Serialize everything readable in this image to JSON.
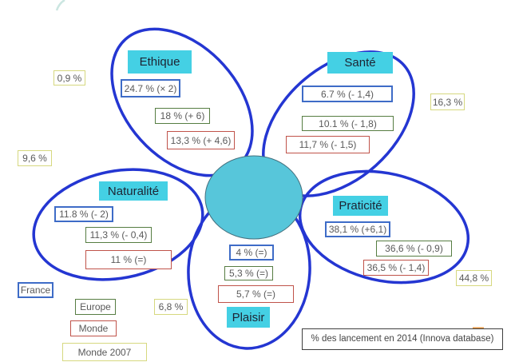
{
  "diagram": {
    "type": "flower-petal-diagram",
    "footer_note": "% des lancement en 2014 (Innova database)"
  },
  "petals": [
    {
      "name": "Ethique",
      "monde2007_value": "0,9 %",
      "values": [
        {
          "series": "France",
          "text": "24.7 % (× 2)"
        },
        {
          "series": "Europe",
          "text": "18 % (+ 6)"
        },
        {
          "series": "Monde",
          "text": "13,3 % (+ 4,6)"
        }
      ]
    },
    {
      "name": "Santé",
      "monde2007_value": "16,3 %",
      "values": [
        {
          "series": "France",
          "text": "6.7 % (- 1,4)"
        },
        {
          "series": "Europe",
          "text": "10.1 % (- 1,8)"
        },
        {
          "series": "Monde",
          "text": "11,7 % (- 1,5)"
        }
      ]
    },
    {
      "name": "Naturalité",
      "monde2007_value": "9,6 %",
      "values": [
        {
          "series": "France",
          "text": "11.8 % (- 2)"
        },
        {
          "series": "Europe",
          "text": "11,3 % (- 0,4)"
        },
        {
          "series": "Monde",
          "text": "11 % (=)"
        }
      ]
    },
    {
      "name": "Praticité",
      "monde2007_value": "44,8 %",
      "values": [
        {
          "series": "France",
          "text": "38,1 % (+6,1)"
        },
        {
          "series": "Europe",
          "text": "36,6 % (- 0,9)"
        },
        {
          "series": "Monde",
          "text": "36,5 % (- 1,4)"
        }
      ]
    },
    {
      "name": "Plaisir",
      "monde2007_value": "6,8 %",
      "values": [
        {
          "series": "France",
          "text": "4 % (=)"
        },
        {
          "series": "Europe",
          "text": "5,3 % (=)"
        },
        {
          "series": "Monde",
          "text": "5,7 % (=)"
        }
      ]
    }
  ],
  "legend": {
    "items": [
      {
        "label": "France",
        "color": "#3e6cc7"
      },
      {
        "label": "Europe",
        "color": "#567d42"
      },
      {
        "label": "Monde",
        "color": "#c0534a"
      },
      {
        "label": "Monde 2007",
        "color": "#d6d87f"
      }
    ]
  },
  "colors": {
    "petal_outline": "#2436d2",
    "center_fill": "#57c6da",
    "petal_label_bg": "#44d0e4",
    "footer_border": "#3f3f3f",
    "accent_orange": "#e5953f"
  }
}
